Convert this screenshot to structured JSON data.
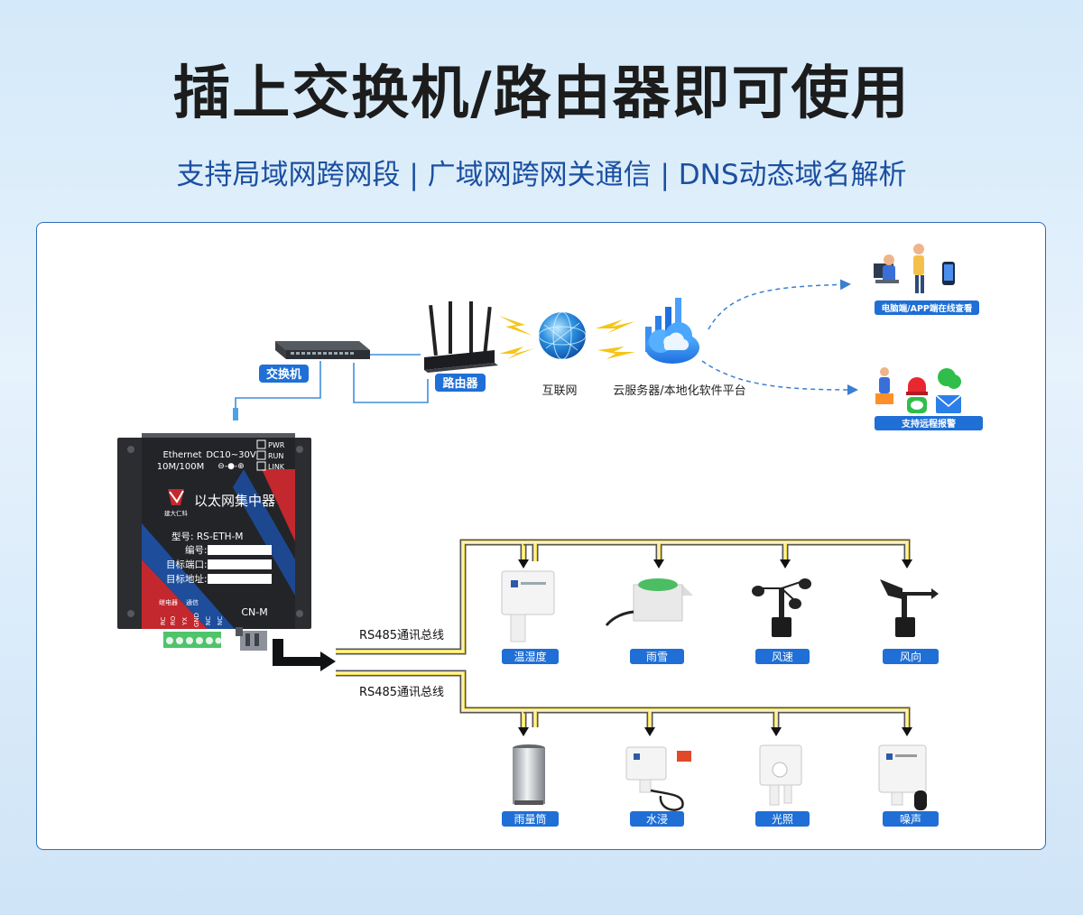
{
  "header": {
    "title": "插上交换机/路由器即可使用",
    "subtitle": "支持局域网跨网段 | 广域网跨网关通信 | DNS动态域名解析"
  },
  "network": {
    "switch_label": "交换机",
    "router_label": "路由器",
    "internet_label": "互联网",
    "cloud_label": "云服务器/本地化软件平台",
    "view_label": "电脑端/APP端在线查看",
    "alarm_label": "支持远程报警"
  },
  "device": {
    "ethernet": "Ethernet",
    "speed": "10M/100M",
    "power": "DC10~30V",
    "led_pwr": "PWR",
    "led_run": "RUN",
    "led_link": "LINK",
    "brand_name": "以太网集中器",
    "brand_sub": "建大仁科",
    "model": "型号: RS-ETH-M",
    "field_no": "编号:",
    "field_port": "目标端口:",
    "field_addr": "目标地址:",
    "relay_label": "继电器",
    "comm_label": "通信",
    "connector": "CN-M",
    "pins": [
      "RC",
      "RO",
      "YX",
      "GND",
      "NC",
      "NC"
    ]
  },
  "bus": {
    "line1": "RS485通讯总线",
    "line2": "RS485通讯总线"
  },
  "sensors_row1": [
    "温湿度",
    "雨雪",
    "风速",
    "风向"
  ],
  "sensors_row2": [
    "雨量筒",
    "水浸",
    "光照",
    "噪声"
  ],
  "colors": {
    "title": "#1c1c1c",
    "subtitle": "#1b4fa0",
    "label_bg": "#1f6fd6",
    "panel_border": "#2f6db5",
    "device_red": "#c2282e",
    "device_blue": "#1d4d9b",
    "bus_yellow": "#f3dc4a"
  }
}
